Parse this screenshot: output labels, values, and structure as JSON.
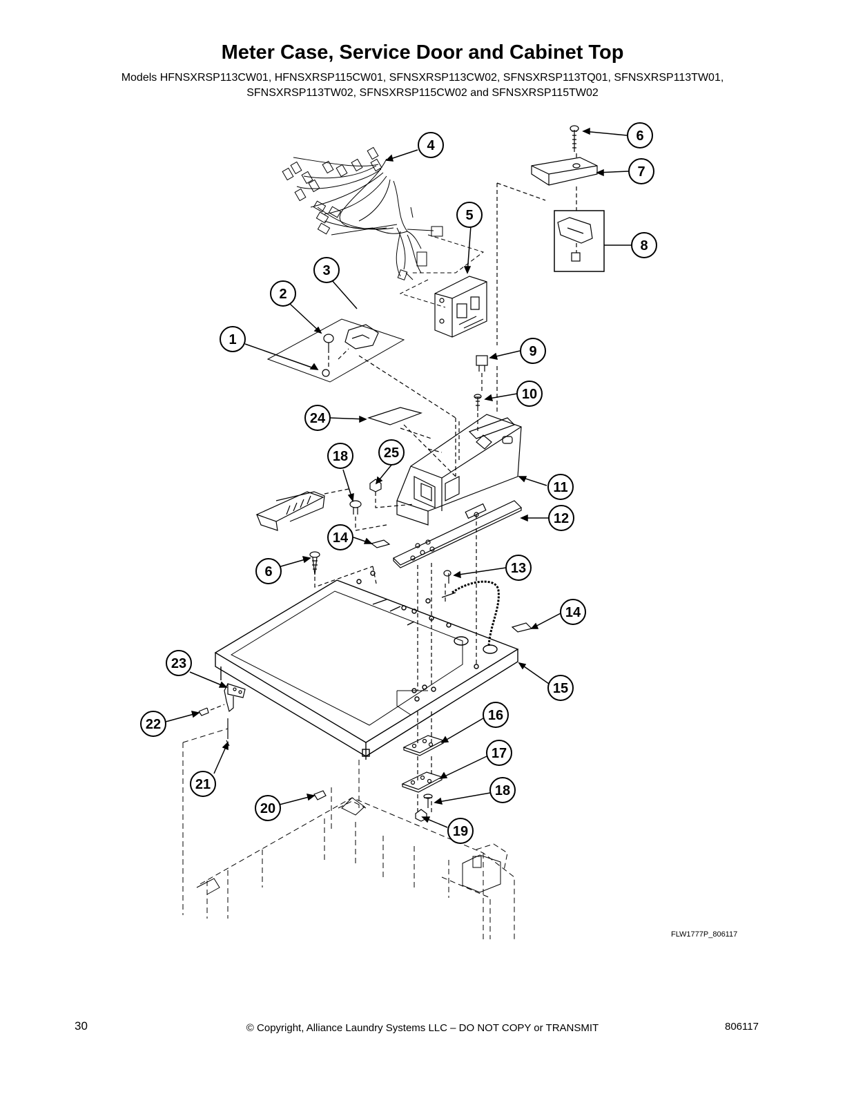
{
  "header": {
    "title": "Meter Case, Service Door and Cabinet Top",
    "models_line1": "Models HFNSXRSP113CW01, HFNSXRSP115CW01, SFNSXRSP113CW02, SFNSXRSP113TQ01, SFNSXRSP113TW01,",
    "models_line2": "SFNSXRSP113TW02, SFNSXRSP115CW02 and SFNSXRSP115TW02"
  },
  "callouts": {
    "c1": "1",
    "c2": "2",
    "c3": "3",
    "c4": "4",
    "c5": "5",
    "c6a": "6",
    "c6b": "6",
    "c7": "7",
    "c8": "8",
    "c9": "9",
    "c10": "10",
    "c11": "11",
    "c12": "12",
    "c13": "13",
    "c14a": "14",
    "c14b": "14",
    "c15": "15",
    "c16": "16",
    "c17": "17",
    "c18a": "18",
    "c18b": "18",
    "c19": "19",
    "c20": "20",
    "c21": "21",
    "c22": "22",
    "c23": "23",
    "c24": "24",
    "c25": "25"
  },
  "drawing_code": "FLW1777P_806117",
  "footer": {
    "page_number": "30",
    "copyright": "© Copyright, Alliance Laundry Systems LLC – DO NOT COPY or TRANSMIT",
    "doc_number": "806117"
  }
}
